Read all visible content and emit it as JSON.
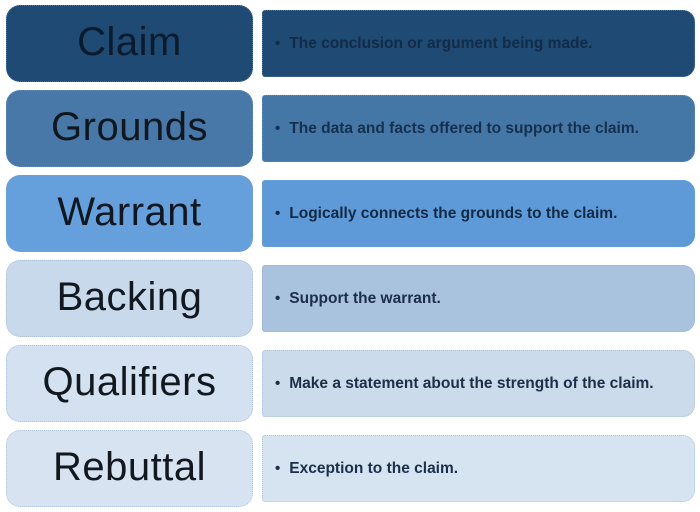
{
  "bullet": "•",
  "rows": [
    {
      "label": "Claim",
      "description": "The conclusion or argument being made.",
      "box_color": "#1F4A73",
      "band_color": "#1F4A73",
      "label_color": "#0A1B2E",
      "desc_color": "#122B47"
    },
    {
      "label": "Grounds",
      "description": "The data and facts offered to support the claim.",
      "box_color": "#4878A8",
      "band_color": "#4577A6",
      "label_color": "#10171F",
      "desc_color": "#15304E"
    },
    {
      "label": "Warrant",
      "description": "Logically connects the grounds to the claim.",
      "box_color": "#66A0DC",
      "band_color": "#5E9AD8",
      "label_color": "#10171F",
      "desc_color": "#132A44"
    },
    {
      "label": "Backing",
      "description": "Support the warrant.",
      "box_color": "#C8D9EC",
      "band_color": "#A9C2DE",
      "label_color": "#12181F",
      "desc_color": "#1B2E4A"
    },
    {
      "label": "Qualifiers",
      "description": "Make a statement about the strength of the claim.",
      "box_color": "#D3E1F0",
      "band_color": "#CCDBEB",
      "label_color": "#12181F",
      "desc_color": "#1C2F4A"
    },
    {
      "label": "Rebuttal",
      "description": "Exception to the claim.",
      "box_color": "#D7E3F1",
      "band_color": "#D6E4F2",
      "label_color": "#12181F",
      "desc_color": "#1C2F4A"
    }
  ]
}
